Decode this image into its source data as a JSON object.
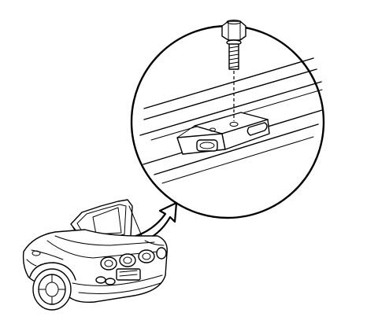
{
  "figure": {
    "background": "#ffffff",
    "line_color": "#000000",
    "components": [
      "rear-vehicle-view",
      "detail-callout-circle",
      "callout-arrow",
      "bolt-icon",
      "bracket-assembly",
      "frame-rail-lines"
    ]
  }
}
